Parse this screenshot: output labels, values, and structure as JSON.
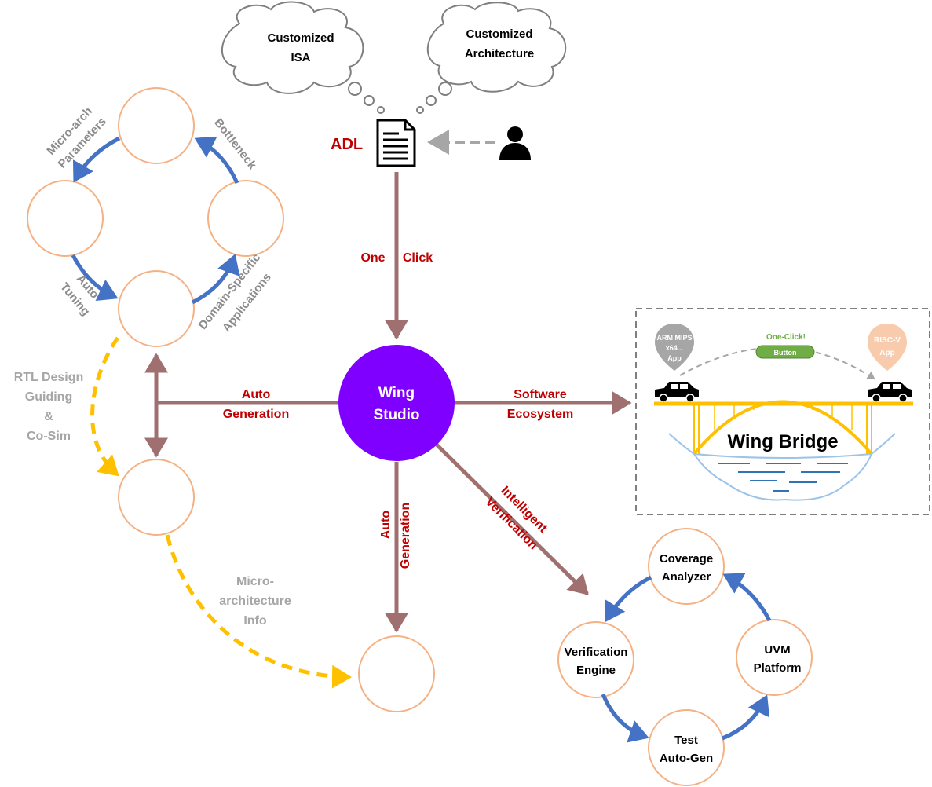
{
  "thoughts": {
    "isa": [
      "Customized",
      "ISA"
    ],
    "arch": [
      "Customized",
      "Architecture"
    ]
  },
  "adl_label": "ADL",
  "center": [
    "Wing",
    "Studio"
  ],
  "edges": {
    "one_click": [
      "One",
      "Click"
    ],
    "auto_gen_left": [
      "Auto",
      "Generation"
    ],
    "software": [
      "Software",
      "Ecosystem"
    ],
    "auto_gen_down": [
      "Auto",
      "Generation"
    ],
    "intelligent": [
      "Intelligent",
      "Verification"
    ]
  },
  "loop_labels": {
    "micro_arch": [
      "Micro-arch",
      "Parameters"
    ],
    "bottleneck": "Bottleneck",
    "auto_tuning": [
      "Auto",
      "Tuning"
    ],
    "domain": [
      "Domain-Specific",
      "Applications"
    ]
  },
  "yellow_labels": {
    "rtl": [
      "RTL Design",
      "Guiding",
      "&",
      "Co-Sim"
    ],
    "micro_info": [
      "Micro-",
      "architecture",
      "Info"
    ]
  },
  "bridge": {
    "title": "Wing Bridge",
    "one_click": "One-Click!",
    "button": "Button",
    "left_pin": [
      "ARM MIPS",
      "x64...",
      "App"
    ],
    "right_pin": [
      "RISC-V",
      "App"
    ]
  },
  "verification": {
    "coverage": [
      "Coverage",
      "Analyzer"
    ],
    "engine": [
      "Verification",
      "Engine"
    ],
    "uvm": [
      "UVM",
      "Platform"
    ],
    "test": [
      "Test",
      "Auto-Gen"
    ]
  },
  "colors": {
    "brown": "#a07070",
    "purple": "#7f00ff",
    "blue": "#4472c4",
    "yellow": "#ffc000",
    "orange_ring": "#f4b183",
    "red_text": "#c00000"
  },
  "icons": [
    "thought-cloud-icon",
    "document-icon",
    "user-icon",
    "car-icon",
    "map-pin-icon"
  ]
}
